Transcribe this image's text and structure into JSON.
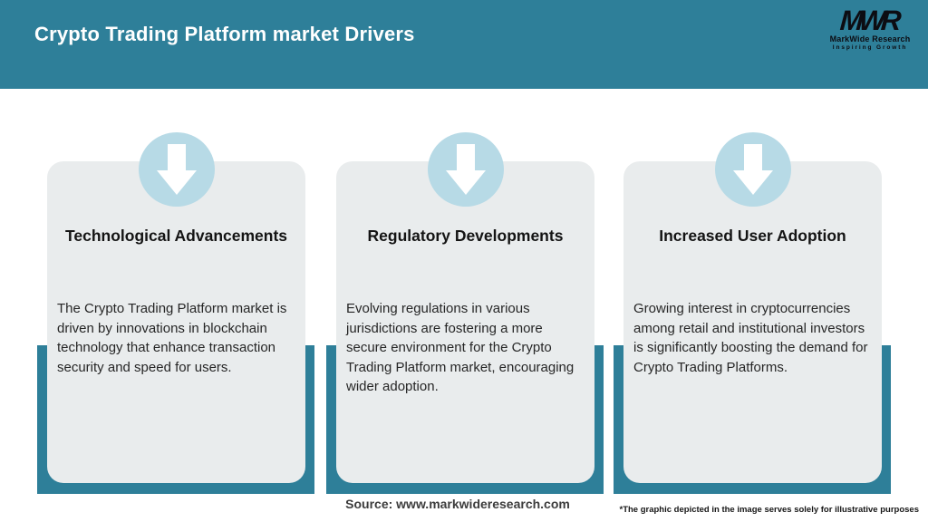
{
  "header": {
    "title": "Crypto Trading Platform market Drivers",
    "logo": {
      "monogram": "MWR",
      "name": "MarkWide Research",
      "tagline": "Inspiring Growth"
    }
  },
  "cards": [
    {
      "title": "Technological Advancements",
      "body": "The Crypto Trading Platform market is driven by innovations in blockchain technology that enhance transaction security and speed for users."
    },
    {
      "title": "Regulatory Developments",
      "body": "Evolving regulations in various jurisdictions are fostering a more secure environment for the Crypto Trading Platform market, encouraging wider adoption."
    },
    {
      "title": "Increased User Adoption",
      "body": "Growing interest in cryptocurrencies among retail and institutional investors is significantly boosting the demand for Crypto Trading Platforms."
    }
  ],
  "footer": {
    "source": "Source: www.markwideresearch.com",
    "disclaimer": "*The graphic depicted in the image serves solely for illustrative purposes"
  },
  "icons": {
    "arrow": "down-arrow-icon"
  },
  "colors": {
    "teal": "#2E7F99",
    "arrow_circle_blue": "#B7DAE6",
    "card_background": "#E9ECED"
  }
}
